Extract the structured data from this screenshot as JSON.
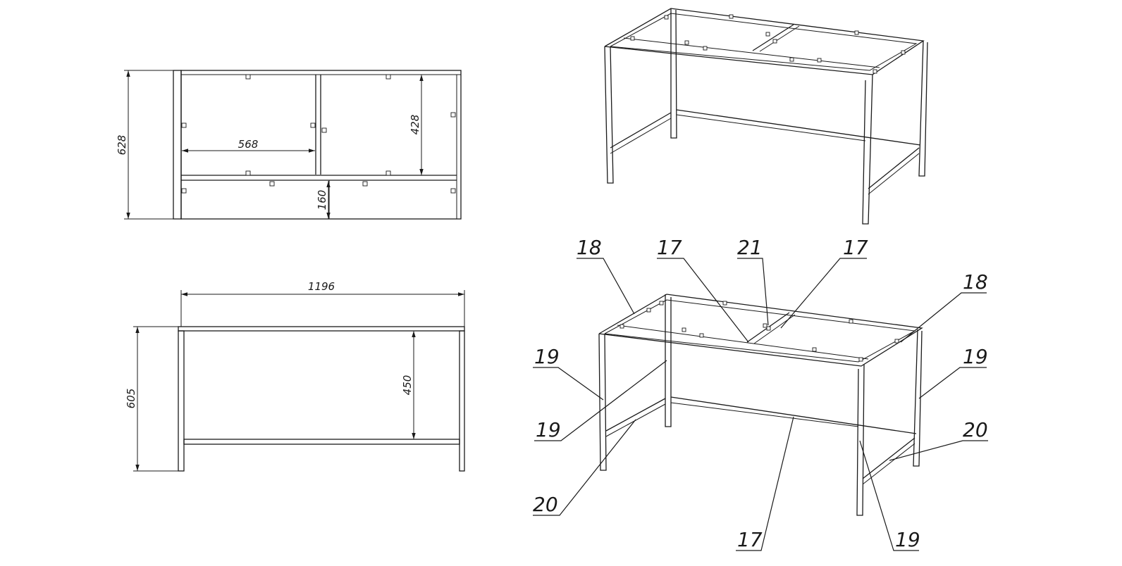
{
  "top_view": {
    "dim_total_depth": "628",
    "dim_inner_width": "568",
    "dim_inner_depth": "428",
    "dim_lower_offset": "160"
  },
  "front_view": {
    "dim_total_width": "1196",
    "dim_total_height": "605",
    "dim_inner_height": "450"
  },
  "iso_callouts": {
    "top_left_18": "18",
    "top_17_left": "17",
    "top_21": "21",
    "top_17_right": "17",
    "right_18": "18",
    "left_19_upper": "19",
    "left_19_lower": "19",
    "right_19": "19",
    "left_20": "20",
    "right_20": "20",
    "bottom_17": "17",
    "bottom_19": "19"
  }
}
